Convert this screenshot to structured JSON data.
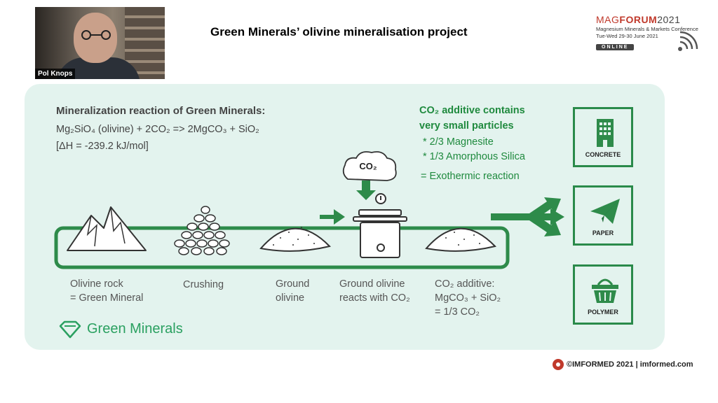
{
  "header": {
    "title": "Green Minerals’ olivine mineralisation project"
  },
  "video": {
    "speaker_name": "Pol Knops"
  },
  "conference": {
    "brand_mag": "MAG",
    "brand_forum": "FORUM",
    "brand_year": "2021",
    "subtitle": "Magnesium Minerals & Markets Conference",
    "dates": "Tue-Wed 29-30 June 2021",
    "online_badge": "ONLINE"
  },
  "reaction": {
    "heading": "Mineralization reaction of Green Minerals:",
    "equation": "Mg₂SiO₄ (olivine) + 2CO₂ => 2MgCO₃ + SiO₂",
    "enthalpy": "[ΔH = -239.2 kJ/mol]"
  },
  "additive_info": {
    "heading_line1": "CO₂ additive contains",
    "heading_line2": "very small particles",
    "item1": "* 2/3 Magnesite",
    "item2": "* 1/3 Amorphous Silica",
    "result": "= Exothermic reaction"
  },
  "cloud_label": "CO₂",
  "process_steps": [
    {
      "line1": "Olivine rock",
      "line2": "= Green Mineral"
    },
    {
      "line1": "Crushing",
      "line2": ""
    },
    {
      "line1": "Ground",
      "line2": "olivine"
    },
    {
      "line1": "Ground olivine",
      "line2": "reacts with CO₂"
    },
    {
      "line1": "CO₂ additive:",
      "line2": "MgCO₃ + SiO₂",
      "line3": "= 1/3 CO₂"
    }
  ],
  "products": [
    {
      "label": "CONCRETE",
      "icon": "building-icon"
    },
    {
      "label": "PAPER",
      "icon": "paper-plane-icon"
    },
    {
      "label": "POLYMER",
      "icon": "basket-icon"
    }
  ],
  "company_logo": "Green Minerals",
  "footer": {
    "text": "©IMFORMED 2021  | imformed.com"
  },
  "colors": {
    "panel_bg": "#e3f3ee",
    "green_accent": "#1f8a3e",
    "brand_red": "#c0392b"
  }
}
